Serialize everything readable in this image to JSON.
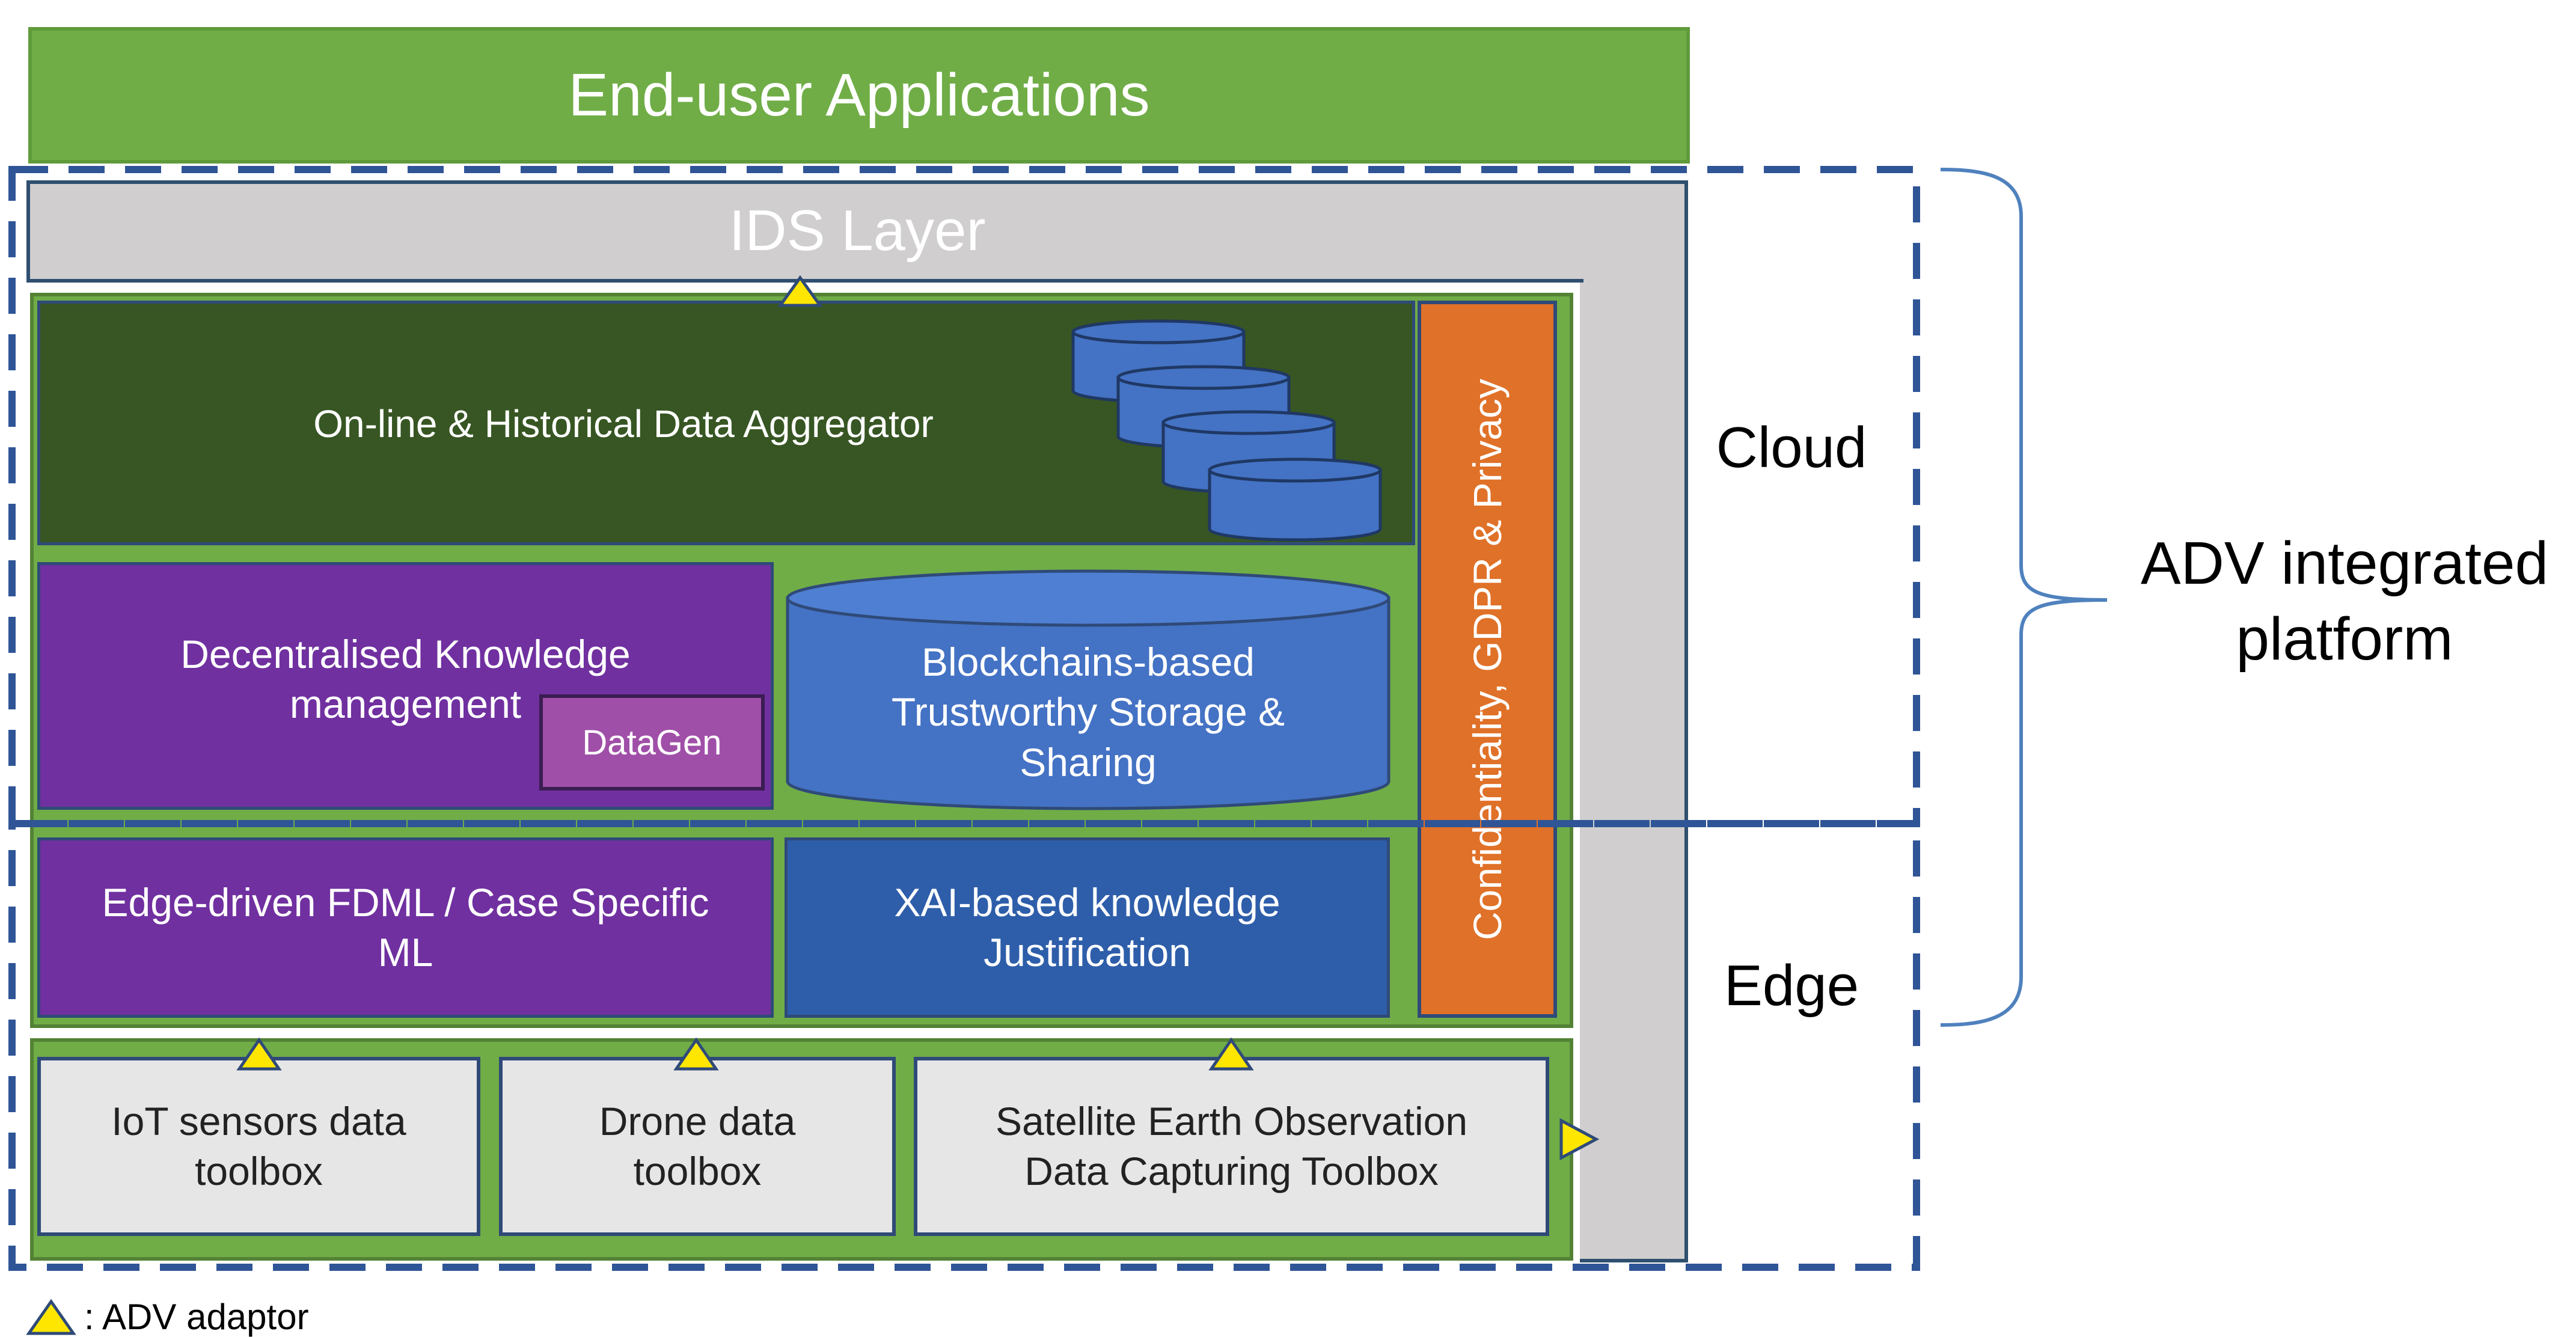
{
  "top_banner": {
    "label": "End-user Applications",
    "color": "#70ad47"
  },
  "ids_layer": {
    "label": "IDS Layer",
    "color": "#d0cece"
  },
  "cloud_components": {
    "aggregator": {
      "label": "On-line & Historical Data Aggregator",
      "color": "#375623"
    },
    "knowledge": {
      "label": "Decentralised Knowledge\nmanagement",
      "color": "#7030a0"
    },
    "datagen": {
      "label": "DataGen",
      "color": "#a04fa8"
    },
    "blockchain": {
      "label": "Blockchains-based\nTrustworthy Storage &\nSharing",
      "color": "#4472c4"
    }
  },
  "edge_components": {
    "fdml": {
      "label": "Edge-driven FDML / Case Specific\nML",
      "color": "#7030a0"
    },
    "xai": {
      "label": "XAI-based knowledge\nJustification",
      "color": "#2e5eaa"
    }
  },
  "confidentiality": {
    "label": "Confidentiality, GDPR & Privacy",
    "color": "#e07128"
  },
  "toolboxes": {
    "iot": {
      "label": "IoT sensors data\ntoolbox"
    },
    "drone": {
      "label": "Drone data\ntoolbox"
    },
    "satellite": {
      "label": "Satellite Earth Observation\nData Capturing Toolbox"
    }
  },
  "side_labels": {
    "cloud": "Cloud",
    "edge": "Edge",
    "platform": "ADV integrated\nplatform"
  },
  "legend": {
    "icon": "triangle-icon",
    "label": ": ADV adaptor",
    "color": "#ffe600"
  },
  "dashed_border_color": "#2f5597"
}
